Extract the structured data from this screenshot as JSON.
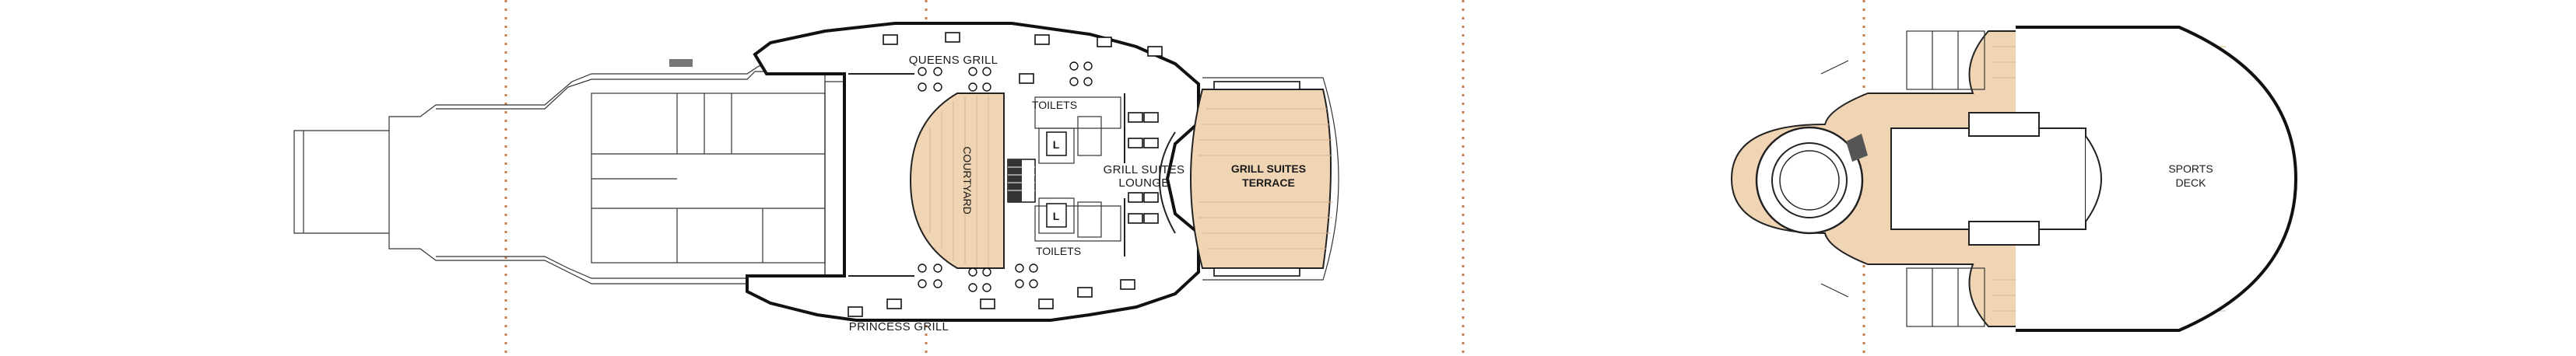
{
  "labels": {
    "queens_grill": "QUEENS GRILL",
    "toilets_top": "TOILETS",
    "courtyard": "COURTYARD",
    "grill_suites_lounge_1": "GRILL SUITES",
    "grill_suites_lounge_2": "LOUNGE",
    "grill_suites_terrace_1": "GRILL SUITES",
    "grill_suites_terrace_2": "TERRACE",
    "toilets_bottom": "TOILETS",
    "princess_grill": "PRINCESS GRILL",
    "sports_deck_1": "SPORTS",
    "sports_deck_2": "DECK",
    "lift_1": "L",
    "lift_2": "L"
  },
  "colors": {
    "deck_wood": "#f0d5b5",
    "divider": "#c87d4a",
    "line": "#111111"
  },
  "icons": [
    "lift-icon",
    "stairs-icon",
    "dining-table-icon",
    "lounge-chair-icon"
  ]
}
